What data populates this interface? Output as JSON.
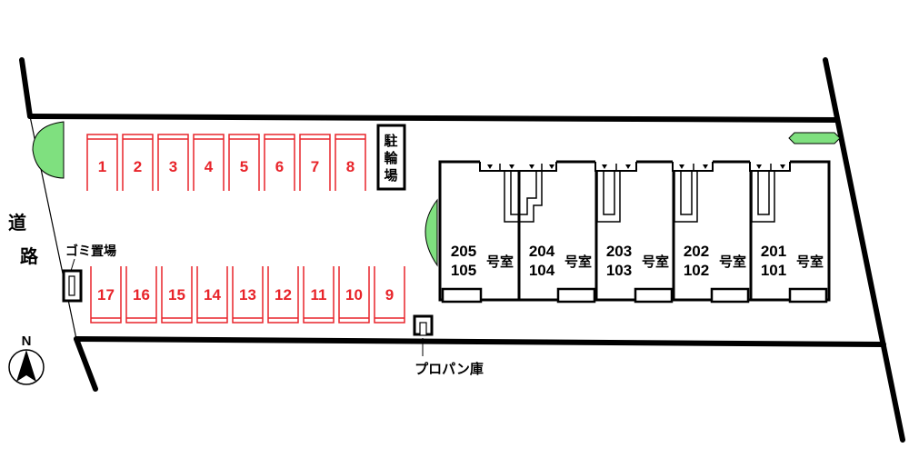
{
  "colors": {
    "parking": "#e8242a",
    "green": "#7fe07f",
    "ink": "#000000"
  },
  "road_label": [
    "道",
    "路"
  ],
  "compass_label": "N",
  "bike_parking_label": [
    "駐",
    "輪",
    "場"
  ],
  "garbage_label": "ゴミ置場",
  "propane_label": "プロパン庫",
  "room_suffix": "号室",
  "parking_top": [
    "1",
    "2",
    "3",
    "4",
    "5",
    "6",
    "7",
    "8"
  ],
  "parking_bottom": [
    "17",
    "16",
    "15",
    "14",
    "13",
    "12",
    "11",
    "10",
    "9"
  ],
  "units": [
    {
      "upper": "205",
      "lower": "105"
    },
    {
      "upper": "204",
      "lower": "104"
    },
    {
      "upper": "203",
      "lower": "103"
    },
    {
      "upper": "202",
      "lower": "102"
    },
    {
      "upper": "201",
      "lower": "101"
    }
  ]
}
